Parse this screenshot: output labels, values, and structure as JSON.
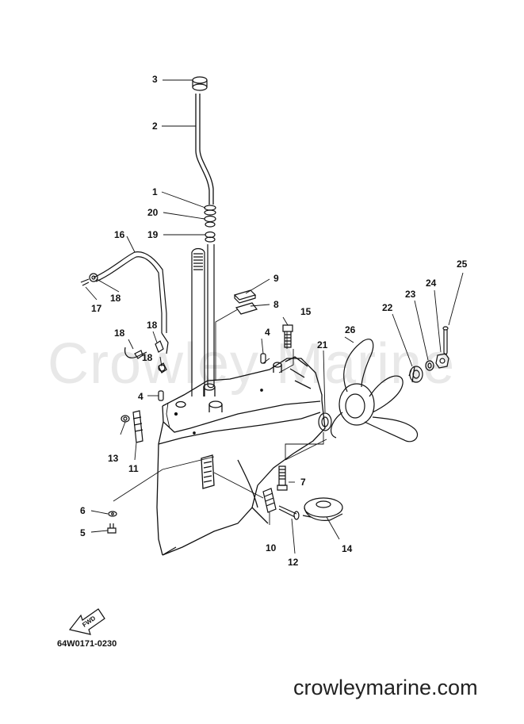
{
  "watermark": "Crowley Marine",
  "footer": {
    "diagram_code": "64W0171-0230",
    "site": "crowleymarine.com"
  },
  "fwd_arrow_label": "FWD",
  "callouts": {
    "n1": "1",
    "n2": "2",
    "n3": "3",
    "n4a": "4",
    "n4b": "4",
    "n5": "5",
    "n6": "6",
    "n7": "7",
    "n8": "8",
    "n9": "9",
    "n10": "10",
    "n11": "11",
    "n12": "12",
    "n13": "13",
    "n14": "14",
    "n15": "15",
    "n16": "16",
    "n17": "17",
    "n18a": "18",
    "n18b": "18",
    "n18c": "18",
    "n18d": "18",
    "n19": "19",
    "n20": "20",
    "n21": "21",
    "n22": "22",
    "n23": "23",
    "n24": "24",
    "n25": "25",
    "n26": "26"
  }
}
